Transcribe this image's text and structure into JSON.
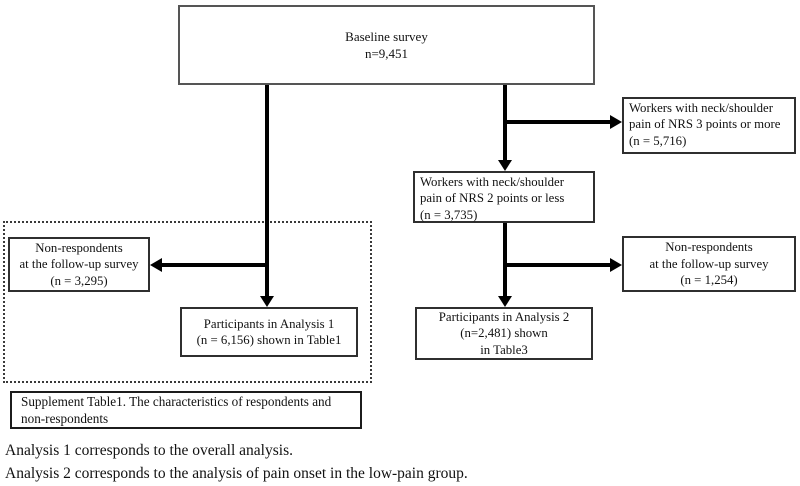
{
  "colors": {
    "background": "#ffffff",
    "box_border": "#2f2f2f",
    "arrow": "#000000",
    "text": "#111111"
  },
  "boxes": {
    "baseline": {
      "line1": "Baseline survey",
      "line2": "n=9,451"
    },
    "high_pain_excluded": {
      "line1": "Workers with neck/shoulder",
      "line2": "pain of NRS 3 points or more",
      "line3": "(n = 5,716)"
    },
    "low_pain": {
      "line1": "Workers with neck/shoulder",
      "line2": "pain of NRS 2 points or less",
      "line3": "(n = 3,735)"
    },
    "nonrespondents_left": {
      "line1": "Non-respondents",
      "line2": "at the follow-up survey",
      "line3": "(n = 3,295)"
    },
    "nonrespondents_right": {
      "line1": "Non-respondents",
      "line2": "at the follow-up survey",
      "line3": "(n = 1,254)"
    },
    "analysis1": {
      "line1": "Participants in Analysis 1",
      "line2": "(n = 6,156) shown in Table1"
    },
    "analysis2": {
      "line1": "Participants in Analysis 2",
      "line2": "(n=2,481) shown",
      "line3": "in Table3"
    },
    "supplement": {
      "line1": "Supplement Table1. The characteristics of respondents and",
      "line2": "non-respondents"
    }
  },
  "footnotes": {
    "line1": "Analysis 1 corresponds to the overall analysis.",
    "line2": "Analysis 2 corresponds to the analysis of pain onset in the low-pain group."
  }
}
